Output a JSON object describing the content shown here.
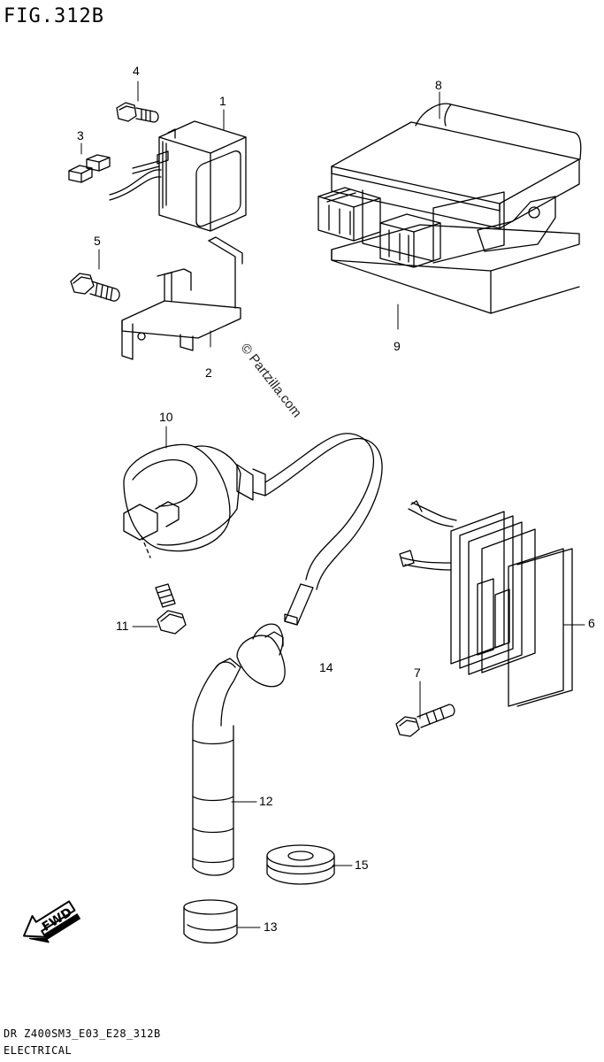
{
  "figure": {
    "title": "FIG.312B"
  },
  "watermark": "© Partzilla.com",
  "footer": {
    "code": "DR Z400SM3_E03_E28_312B",
    "section": "ELECTRICAL"
  },
  "badge": {
    "fwd_label": "FWD"
  },
  "callouts": [
    {
      "num": "1",
      "part": "relay"
    },
    {
      "num": "2",
      "part": "relay-bracket"
    },
    {
      "num": "3",
      "part": "connector"
    },
    {
      "num": "4",
      "part": "bolt"
    },
    {
      "num": "5",
      "part": "bolt"
    },
    {
      "num": "6",
      "part": "regulator-rectifier"
    },
    {
      "num": "7",
      "part": "bolt"
    },
    {
      "num": "8",
      "part": "ignitor-unit"
    },
    {
      "num": "9",
      "part": "cushion"
    },
    {
      "num": "10",
      "part": "ignition-coil"
    },
    {
      "num": "11",
      "part": "bolt"
    },
    {
      "num": "12",
      "part": "spark-plug-cap"
    },
    {
      "num": "13",
      "part": "cap"
    },
    {
      "num": "14",
      "part": "high-tension-cord"
    },
    {
      "num": "15",
      "part": "seal"
    }
  ]
}
